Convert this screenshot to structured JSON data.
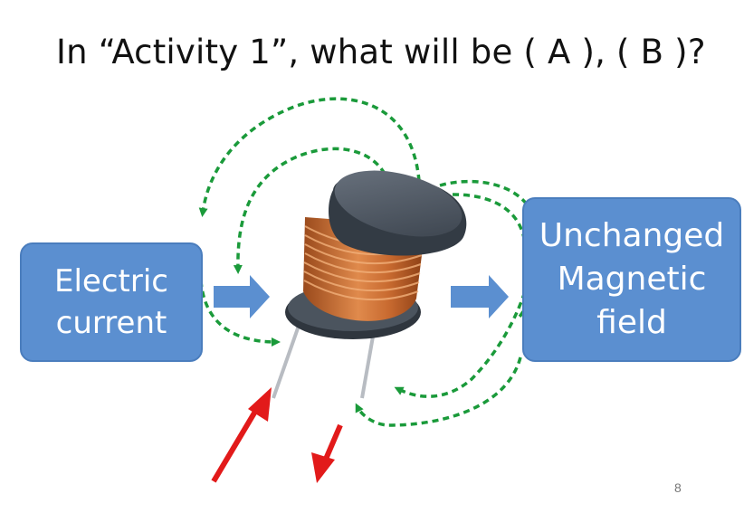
{
  "slide": {
    "title": "In “Activity 1”, what will be ( A ), ( B )?",
    "input_box": "Electric\ncurrent",
    "output_box": "Unchanged\nMagnetic\nfield",
    "page_number": "8"
  },
  "colors": {
    "box_fill": "#5b8fd0",
    "field_lines": "#1a9a3a",
    "current_arrows": "#e21a1a",
    "flow_arrows": "#5b8fd0",
    "coil_copper": "#c8672e"
  }
}
